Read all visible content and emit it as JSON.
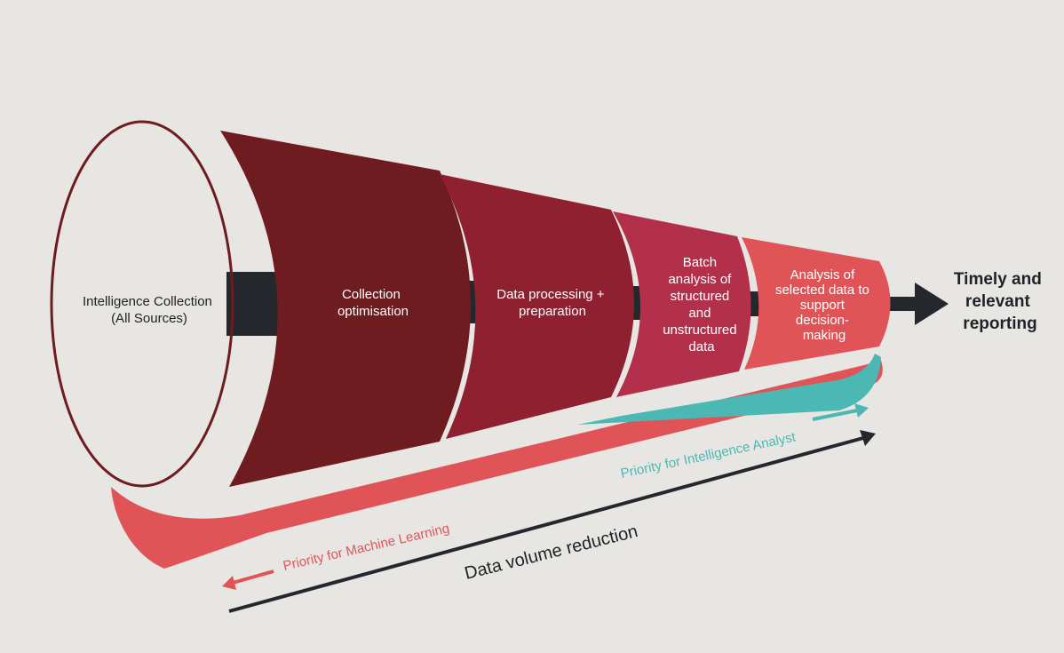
{
  "colors": {
    "background": "#e8e6e2",
    "stage1": "#6e1c20",
    "stage2": "#8e2030",
    "stage3": "#b3304a",
    "stage4": "#e05458",
    "machine_learning": "#e05458",
    "intelligence_analyst": "#4bb8b4",
    "core": "#24282d"
  },
  "source": {
    "label_lines": [
      "Intelligence Collection",
      "(All Sources)"
    ]
  },
  "stages": [
    {
      "label_lines": [
        "Collection",
        "optimisation"
      ]
    },
    {
      "label_lines": [
        "Data processing +",
        "preparation"
      ]
    },
    {
      "label_lines": [
        "Batch",
        "analysis of",
        "structured",
        "and",
        "unstructured",
        "data"
      ]
    },
    {
      "label_lines": [
        "Analysis of",
        "selected data to",
        "support",
        "decision-",
        "making"
      ]
    }
  ],
  "output": {
    "label_lines": [
      "Timely and",
      "relevant",
      "reporting"
    ]
  },
  "priorities": {
    "machine_learning": "Priority for Machine Learning",
    "intelligence_analyst": "Priority for Intelligence Analyst"
  },
  "volume_reduction": "Data volume reduction",
  "icons": {
    "output_arrow": "arrow-right-icon",
    "ml_arrow": "arrow-left-icon",
    "ia_arrow": "arrow-right-icon",
    "volume_arrow": "arrow-right-icon"
  }
}
